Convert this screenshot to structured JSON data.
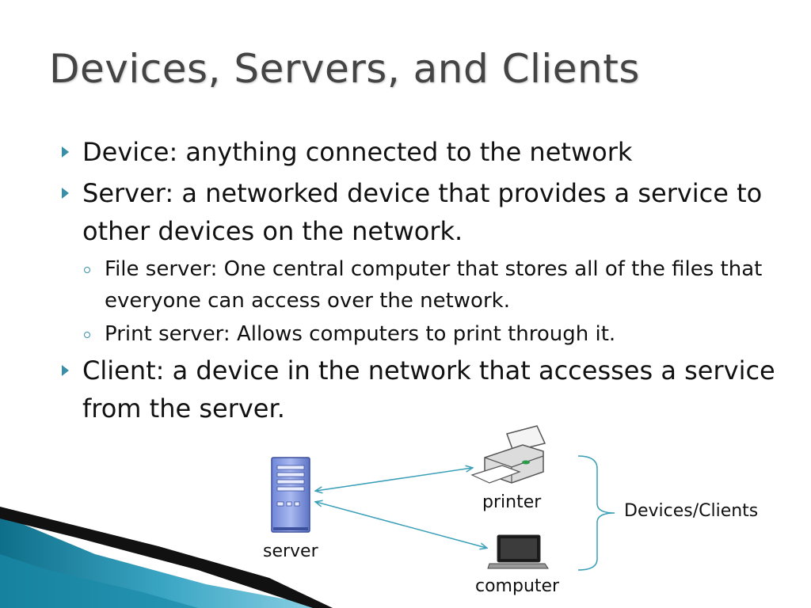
{
  "slide": {
    "title": "Devices, Servers, and Clients",
    "bullets": [
      {
        "text": "Device: anything connected to the network"
      },
      {
        "text": "Server: a networked device that provides a service to other devices on the network."
      },
      {
        "text": "Client: a device in the network that accesses a service from the server."
      }
    ],
    "sub_bullets": [
      {
        "text": "File server: One central computer that stores all of the files that everyone can access over the network."
      },
      {
        "text": "Print server: Allows computers to print through it."
      }
    ]
  },
  "diagram": {
    "server_label": "server",
    "printer_label": "printer",
    "computer_label": "computer",
    "group_label": "Devices/Clients",
    "icons": [
      "server-icon",
      "printer-icon",
      "laptop-icon"
    ]
  },
  "colors": {
    "accent": "#3a8fa7",
    "arrow": "#3a9fb8",
    "title": "#444444",
    "decor_teal": "#1e7f99"
  }
}
